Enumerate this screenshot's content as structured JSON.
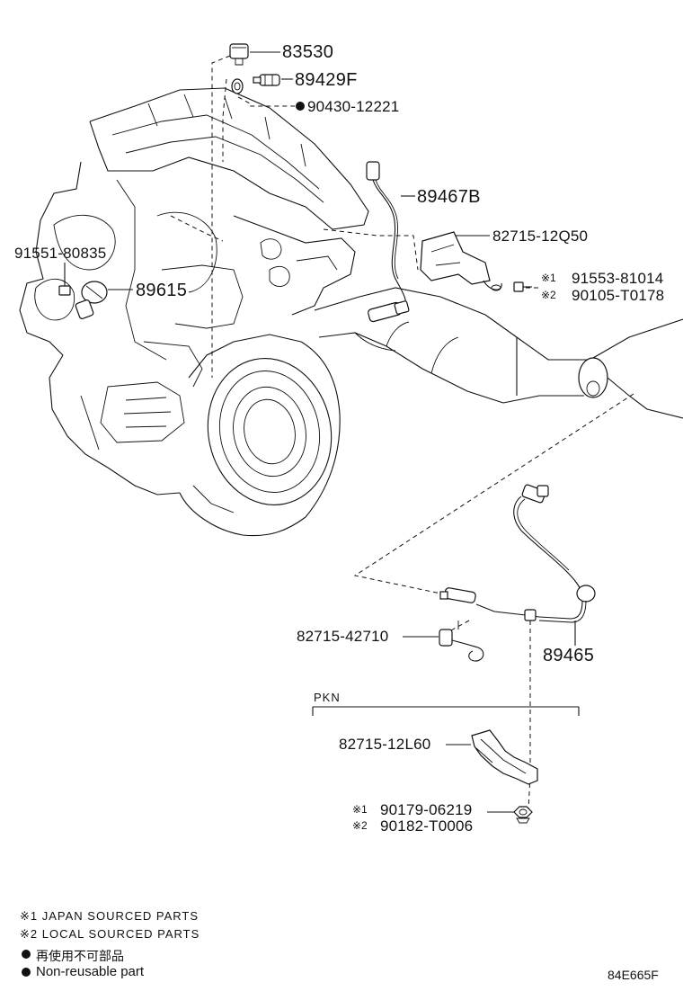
{
  "labels": {
    "p83530": "83530",
    "p89429F": "89429F",
    "p90430": "90430-12221",
    "p89467B": "89467B",
    "p82715_12Q50": "82715-12Q50",
    "p91551": "91551-80835",
    "p89615": "89615",
    "p91553_mark": "※1",
    "p91553": "91553-81014",
    "p90105_mark": "※2",
    "p90105": "90105-T0178",
    "p82715_42710": "82715-42710",
    "p89465": "89465",
    "pkn": "PKN",
    "p82715_12L60": "82715-12L60",
    "p90179_mark": "※1",
    "p90179": "90179-06219",
    "p90182_mark": "※2",
    "p90182": "90182-T0006"
  },
  "legend": {
    "note1": "※1 JAPAN SOURCED PARTS",
    "note2": "※2 LOCAL SOURCED PARTS",
    "nonreuse_jp": "再使用不可部品",
    "nonreuse_en": "Non-reusable part"
  },
  "diagram_code": "84E665F"
}
